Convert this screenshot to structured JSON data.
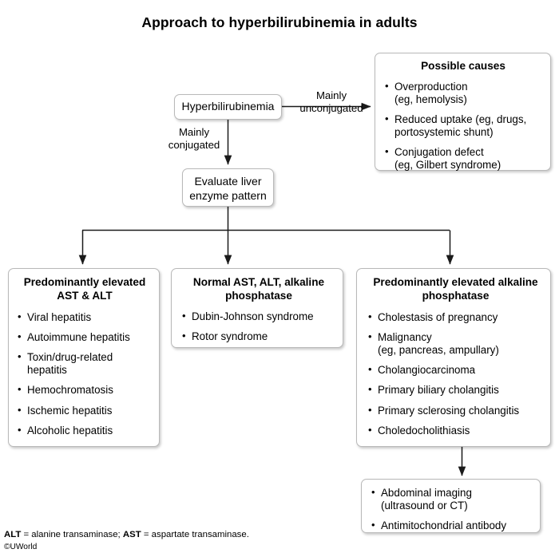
{
  "title": "Approach to hyperbilirubinemia in adults",
  "nodes": {
    "hyperbilirubinemia": "Hyperbilirubinemia",
    "evaluate": "Evaluate liver\nenzyme pattern"
  },
  "edges": {
    "unconjugated_label": "Mainly\nunconjugated",
    "conjugated_label": "Mainly\nconjugated"
  },
  "boxes": {
    "possible_causes": {
      "title": "Possible causes",
      "items": [
        "Overproduction\n (eg, hemolysis)",
        "Reduced uptake (eg, drugs,\nportosystemic shunt)",
        "Conjugation defect\n(eg, Gilbert syndrome)"
      ]
    },
    "ast_alt": {
      "title": "Predominantly\nelevated AST & ALT",
      "items": [
        "Viral hepatitis",
        "Autoimmune hepatitis",
        "Toxin/drug-related\n hepatitis",
        "Hemochromatosis",
        "Ischemic hepatitis",
        "Alcoholic hepatitis"
      ]
    },
    "normal": {
      "title": "Normal AST, ALT, alkaline\nphosphatase",
      "items": [
        "Dubin-Johnson syndrome",
        "Rotor syndrome"
      ]
    },
    "alkaline_phosphatase": {
      "title": "Predominantly elevated\nalkaline phosphatase",
      "items": [
        "Cholestasis of pregnancy",
        "Malignancy\n(eg, pancreas, ampullary)",
        "Cholangiocarcinoma",
        "Primary biliary cholangitis",
        "Primary sclerosing cholangitis",
        "Choledocholithiasis"
      ]
    },
    "imaging": {
      "items": [
        "Abdominal imaging\n(ultrasound or CT)",
        "Antimitochondrial antibody"
      ]
    }
  },
  "footnote": {
    "abbr1": "ALT",
    "text1": " = alanine transaminase; ",
    "abbr2": "AST",
    "text2": " = aspartate transaminase.",
    "copyright": "©UWorld"
  },
  "bullet_glyph": "•",
  "colors": {
    "background": "#ffffff",
    "text": "#000000",
    "box_border": "#b9b9b9",
    "connector": "#1a1a1a"
  }
}
